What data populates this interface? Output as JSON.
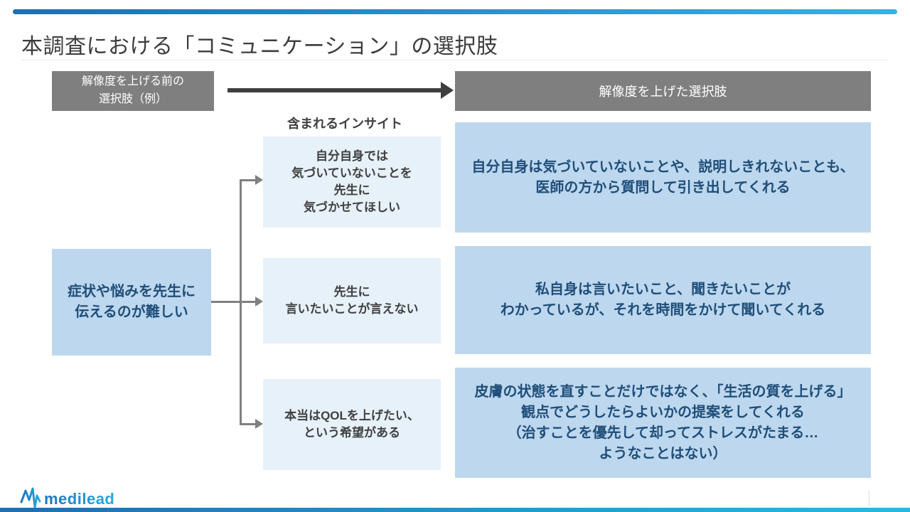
{
  "slide": {
    "title": "本調査における「コミュニケーション」の選択肢"
  },
  "flow": {
    "before_header": "解像度を上げる前の\n選択肢（例）",
    "after_header": "解像度を上げた選択肢",
    "insight_header": "含まれるインサイト",
    "source": "症状や悩みを先生に\n伝えるのが難しい",
    "rows": [
      {
        "insight": "自分自身では\n気づいていないことを\n先生に\n気づかせてほしい",
        "detail": "自分自身は気づいていないことや、説明しきれないことも、\n医師の方から質問して引き出してくれる"
      },
      {
        "insight": "先生に\n言いたいことが言えない",
        "detail": "私自身は言いたいこと、聞きたいことが\nわかっているが、それを時間をかけて聞いてくれる"
      },
      {
        "insight": "本当はQOLを上げたい、\nという希望がある",
        "detail": "皮膚の状態を直すことだけではなく、「生活の質を上げる」\n観点でどうしたらよいかの提案をしてくれる\n（治すことを優先して却ってストレスがたまる…\nようなことはない）"
      }
    ]
  },
  "footer": {
    "logo_text": "medilead"
  },
  "colors": {
    "accent_gradient_start": "#1c6fb5",
    "accent_gradient_end": "#2bb7e5",
    "header_gray": "#7f7f7f",
    "detail_box_blue": "#bdd7ee",
    "insight_box_blue": "#e7f1fa",
    "navy_text": "#1f4e79",
    "dark_text": "#404040",
    "arrow_dark": "#3f3f3f",
    "connector_gray": "#808080"
  }
}
